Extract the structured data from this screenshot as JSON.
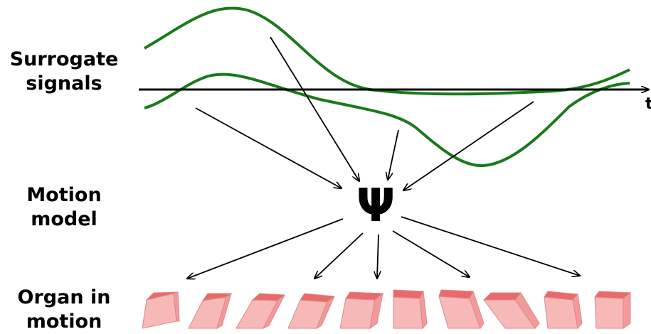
{
  "labels": {
    "surrogate": [
      "Surrogate",
      "signals"
    ],
    "motion_model": [
      "Motion",
      "model"
    ],
    "organ": [
      "Organ in",
      "motion"
    ]
  },
  "time_axis_label": "t",
  "motion_model_symbol": "Ψ",
  "colors": {
    "signal_curve": "#1a7a1a",
    "arrow": "#000000",
    "organ_face": "#f7b8b8",
    "organ_top": "#e86a6a",
    "organ_side": "#f29a9a"
  },
  "organ_frame_count": 10
}
